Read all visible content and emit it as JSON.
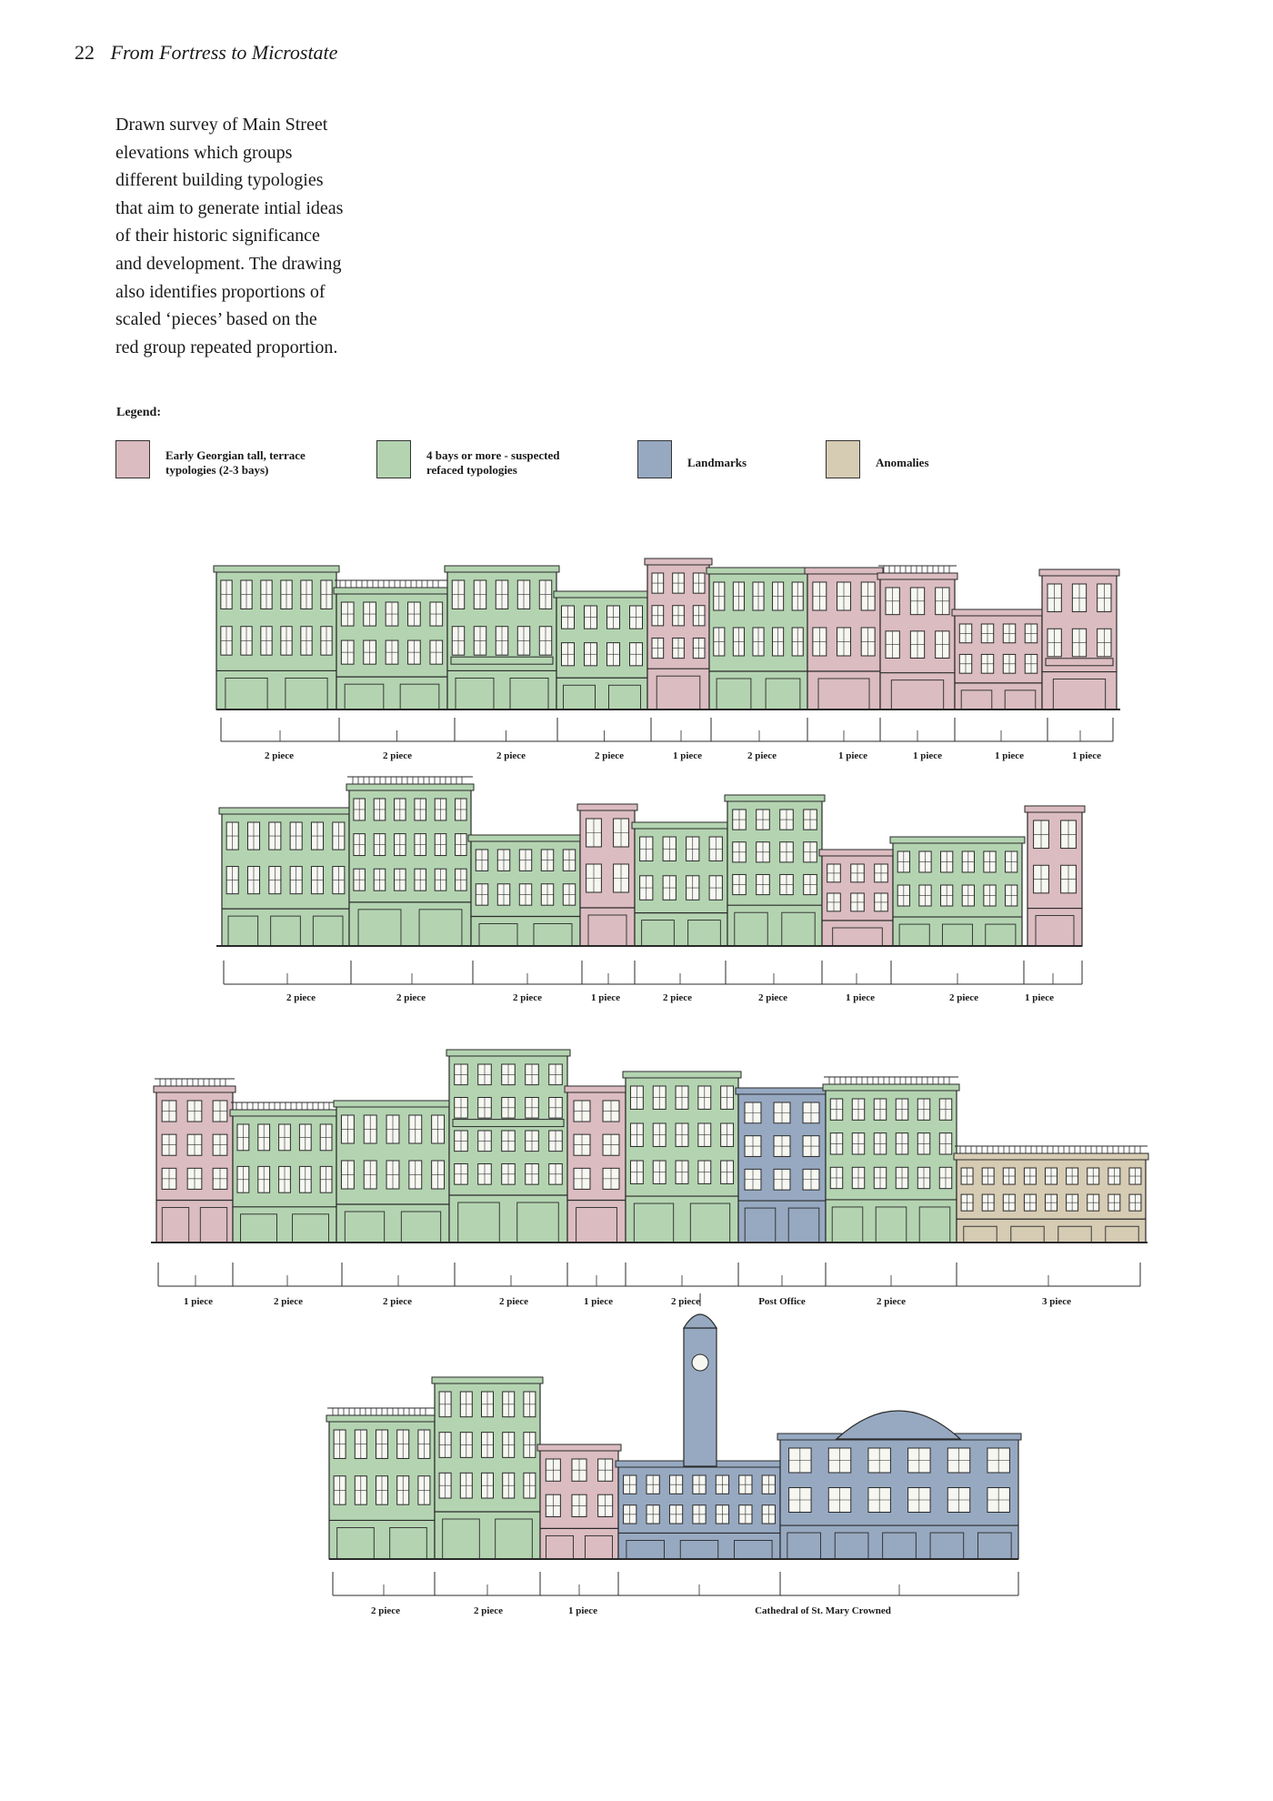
{
  "header": {
    "page_number": "22",
    "running_title": "From Fortress to Microstate"
  },
  "caption": {
    "lines": [
      "Drawn survey of Main Street",
      "elevations which groups",
      "different building typologies",
      "that aim to generate intial ideas",
      "of their historic significance",
      "and development. The drawing",
      "also identifies proportions of",
      "scaled ‘pieces’ based on the",
      "red group repeated proportion."
    ]
  },
  "legend": {
    "title": "Legend:",
    "items": [
      {
        "label_lines": [
          "Early Georgian tall, terrace",
          "typologies (2-3 bays)"
        ],
        "color": "#dbbcc1"
      },
      {
        "label_lines": [
          "4 bays or more - suspected",
          "refaced typologies"
        ],
        "color": "#b4d4b1"
      },
      {
        "label_lines": [
          "Landmarks"
        ],
        "color": "#97a9c1"
      },
      {
        "label_lines": [
          "Anomalies"
        ],
        "color": "#d6cbb3"
      }
    ]
  },
  "colors": {
    "pink": "#dbbcc1",
    "green": "#b4d4b1",
    "blue": "#97a9c1",
    "tan": "#d6cbb3",
    "ink": "#2a2a2a"
  },
  "rows": [
    {
      "labels": [
        "2 piece",
        "2 piece",
        "2 piece",
        "2 piece",
        "1 piece",
        "2 piece",
        "1 piece",
        "1 piece",
        "1 piece",
        "1 piece"
      ]
    },
    {
      "labels": [
        "2 piece",
        "2 piece",
        "2 piece",
        "1 piece",
        "2 piece",
        "2 piece",
        "1 piece",
        "2 piece",
        "1 piece"
      ]
    },
    {
      "labels": [
        "1 piece",
        "2 piece",
        "2 piece",
        "2 piece",
        "1 piece",
        "2 piece",
        "Post Office",
        "2 piece",
        "3 piece"
      ]
    },
    {
      "labels": [
        "2 piece",
        "2 piece",
        "1 piece",
        "Cathedral of St. Mary Crowned"
      ]
    }
  ]
}
